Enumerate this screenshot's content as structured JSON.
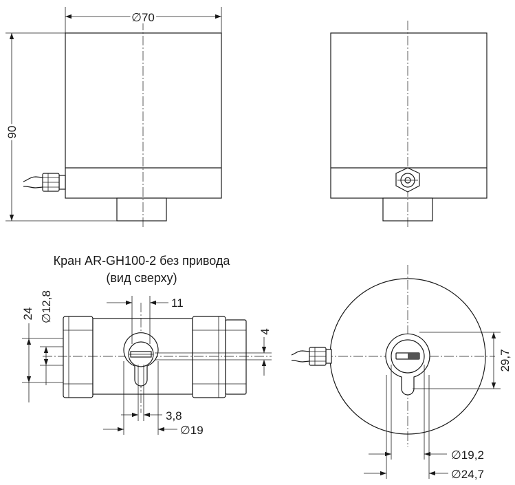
{
  "caption": {
    "line1": "Кран AR-GH100-2 без привода",
    "line2": "(вид сверху)"
  },
  "dimensions": {
    "front_width": "∅70",
    "front_height": "90",
    "top_h24": "24",
    "top_d128": "∅12,8",
    "top_11": "11",
    "top_4": "4",
    "top_38": "3,8",
    "top_d19": "∅19",
    "right_297": "29,7",
    "right_d192": "∅19,2",
    "right_d247": "∅24,7"
  },
  "colors": {
    "line": "#1a1a1a",
    "background": "#ffffff"
  }
}
